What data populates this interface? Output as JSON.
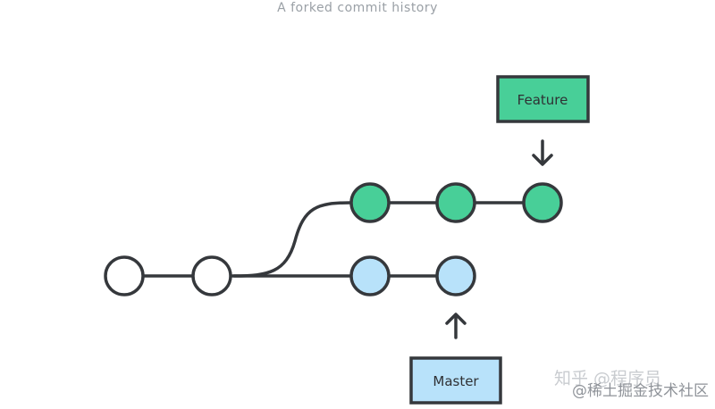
{
  "caption": "A forked commit history",
  "labels": {
    "feature": "Feature",
    "master": "Master"
  },
  "colors": {
    "line": "#35383c",
    "feature_fill": "#48cf98",
    "master_fill": "#b8e2fa",
    "base_fill": "#ffffff"
  },
  "branches": {
    "base_commits": 2,
    "feature_commits": 3,
    "master_commits": 2
  },
  "watermark": {
    "text1": "知乎 @程序员",
    "text2": "@稀土掘金技术社区"
  }
}
